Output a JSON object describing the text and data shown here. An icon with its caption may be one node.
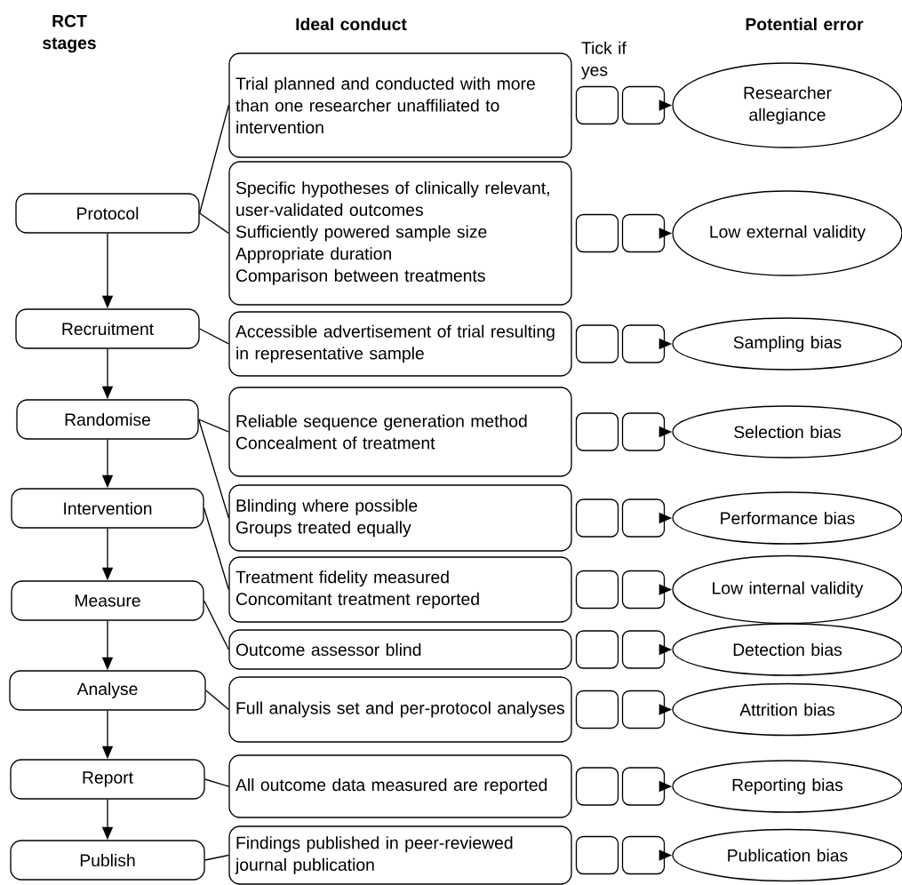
{
  "diagram": {
    "nodes": [
      {
        "text": [
          "Protocol"
        ]
      },
      {
        "text": [
          "Recruitment"
        ]
      },
      {
        "text": [
          "Randomise"
        ]
      },
      {
        "text": [
          "Intervention"
        ]
      },
      {
        "text": [
          "Measure"
        ]
      },
      {
        "text": [
          "Analyse"
        ]
      },
      {
        "text": [
          "Report"
        ]
      },
      {
        "text": [
          "Publish"
        ]
      },
      {
        "text": [
          "Trial planned and conducted with more than one researcher unaffiliated to intervention"
        ]
      },
      {
        "text": [
          "Specific hypotheses of clinically relevant, user-validated outcomes",
          "Sufficiently powered sample size",
          "Appropriate duration",
          "Comparison between treatments"
        ]
      },
      {
        "text": [
          "Accessible advertisement of trial resulting in representative sample"
        ]
      },
      {
        "text": [
          "Reliable sequence generation method",
          "Concealment of treatment"
        ]
      },
      {
        "text": [
          "Blinding where possible",
          "Groups treated equally"
        ]
      },
      {
        "text": [
          "Treatment fidelity measured",
          "Concomitant treatment reported"
        ]
      },
      {
        "text": [
          "Outcome assessor blind"
        ]
      },
      {
        "text": [
          "Full analysis set and per-protocol analyses"
        ]
      },
      {
        "text": [
          "All outcome data measured are reported"
        ]
      },
      {
        "text": [
          "Findings published in peer-reviewed journal publication"
        ]
      },
      {
        "text": [],
        "shape": "box"
      },
      {
        "text": [],
        "shape": "box"
      },
      {
        "text": [],
        "shape": "box"
      },
      {
        "text": [],
        "shape": "box"
      },
      {
        "text": [],
        "shape": "box"
      },
      {
        "text": [],
        "shape": "box"
      },
      {
        "text": [],
        "shape": "box"
      },
      {
        "text": [],
        "shape": "box"
      },
      {
        "text": [],
        "shape": "box"
      },
      {
        "text": [],
        "shape": "box"
      },
      {
        "text": [],
        "shape": "box"
      },
      {
        "text": [],
        "shape": "box"
      },
      {
        "text": [],
        "shape": "box"
      },
      {
        "text": [],
        "shape": "box"
      },
      {
        "text": [],
        "shape": "box"
      },
      {
        "text": [],
        "shape": "box"
      },
      {
        "text": [],
        "shape": "box"
      },
      {
        "text": [],
        "shape": "box"
      },
      {
        "text": [],
        "shape": "box"
      },
      {
        "text": [],
        "shape": "box"
      },
      {
        "text": [
          "Researcher allegiance"
        ]
      },
      {
        "text": [
          "Low external validity"
        ]
      },
      {
        "text": [
          "Sampling bias"
        ]
      },
      {
        "text": [
          "Selection bias"
        ]
      },
      {
        "text": [
          "Performance bias"
        ]
      },
      {
        "text": [
          "Low internal validity"
        ]
      },
      {
        "text": [
          "Detection bias"
        ]
      },
      {
        "text": [
          "Attrition bias"
        ]
      },
      {
        "text": [
          "Reporting bias"
        ]
      },
      {
        "text": [
          "Publication bias"
        ]
      }
    ],
    "edges": [
      {
        "from": 0,
        "to": 1,
        "arrow": "to"
      },
      {
        "from": 1,
        "to": 2,
        "arrow": "to"
      },
      {
        "from": 2,
        "to": 3,
        "arrow": "to"
      },
      {
        "from": 3,
        "to": 4,
        "arrow": "to"
      },
      {
        "from": 4,
        "to": 5,
        "arrow": "to"
      },
      {
        "from": 5,
        "to": 6,
        "arrow": "to"
      },
      {
        "from": 6,
        "to": 7,
        "arrow": "to"
      },
      {
        "from": 0,
        "to": 8,
        "arrow": "none"
      },
      {
        "from": 0,
        "to": 9,
        "arrow": "none"
      },
      {
        "from": 1,
        "to": 10,
        "arrow": "none"
      },
      {
        "from": 2,
        "to": 11,
        "arrow": "none"
      },
      {
        "from": 2,
        "to": 12,
        "arrow": "none"
      },
      {
        "from": 3,
        "to": 13,
        "arrow": "none"
      },
      {
        "from": 4,
        "to": 14,
        "arrow": "none"
      },
      {
        "from": 5,
        "to": 15,
        "arrow": "none"
      },
      {
        "from": 6,
        "to": 16,
        "arrow": "none"
      },
      {
        "from": 7,
        "to": 17,
        "arrow": "none"
      },
      {
        "from": 19,
        "to": 38,
        "arrow": "to"
      },
      {
        "from": 21,
        "to": 39,
        "arrow": "to"
      },
      {
        "from": 23,
        "to": 40,
        "arrow": "to"
      },
      {
        "from": 25,
        "to": 41,
        "arrow": "to"
      },
      {
        "from": 27,
        "to": 42,
        "arrow": "to"
      },
      {
        "from": 29,
        "to": 43,
        "arrow": "to"
      },
      {
        "from": 31,
        "to": 44,
        "arrow": "to"
      },
      {
        "from": 33,
        "to": 45,
        "arrow": "to"
      },
      {
        "from": 35,
        "to": 46,
        "arrow": "to"
      },
      {
        "from": 37,
        "to": 47,
        "arrow": "to"
      }
    ],
    "labels": [
      "RCT stages",
      "Ideal conduct",
      "Tick if yes",
      "Potential error"
    ]
  }
}
